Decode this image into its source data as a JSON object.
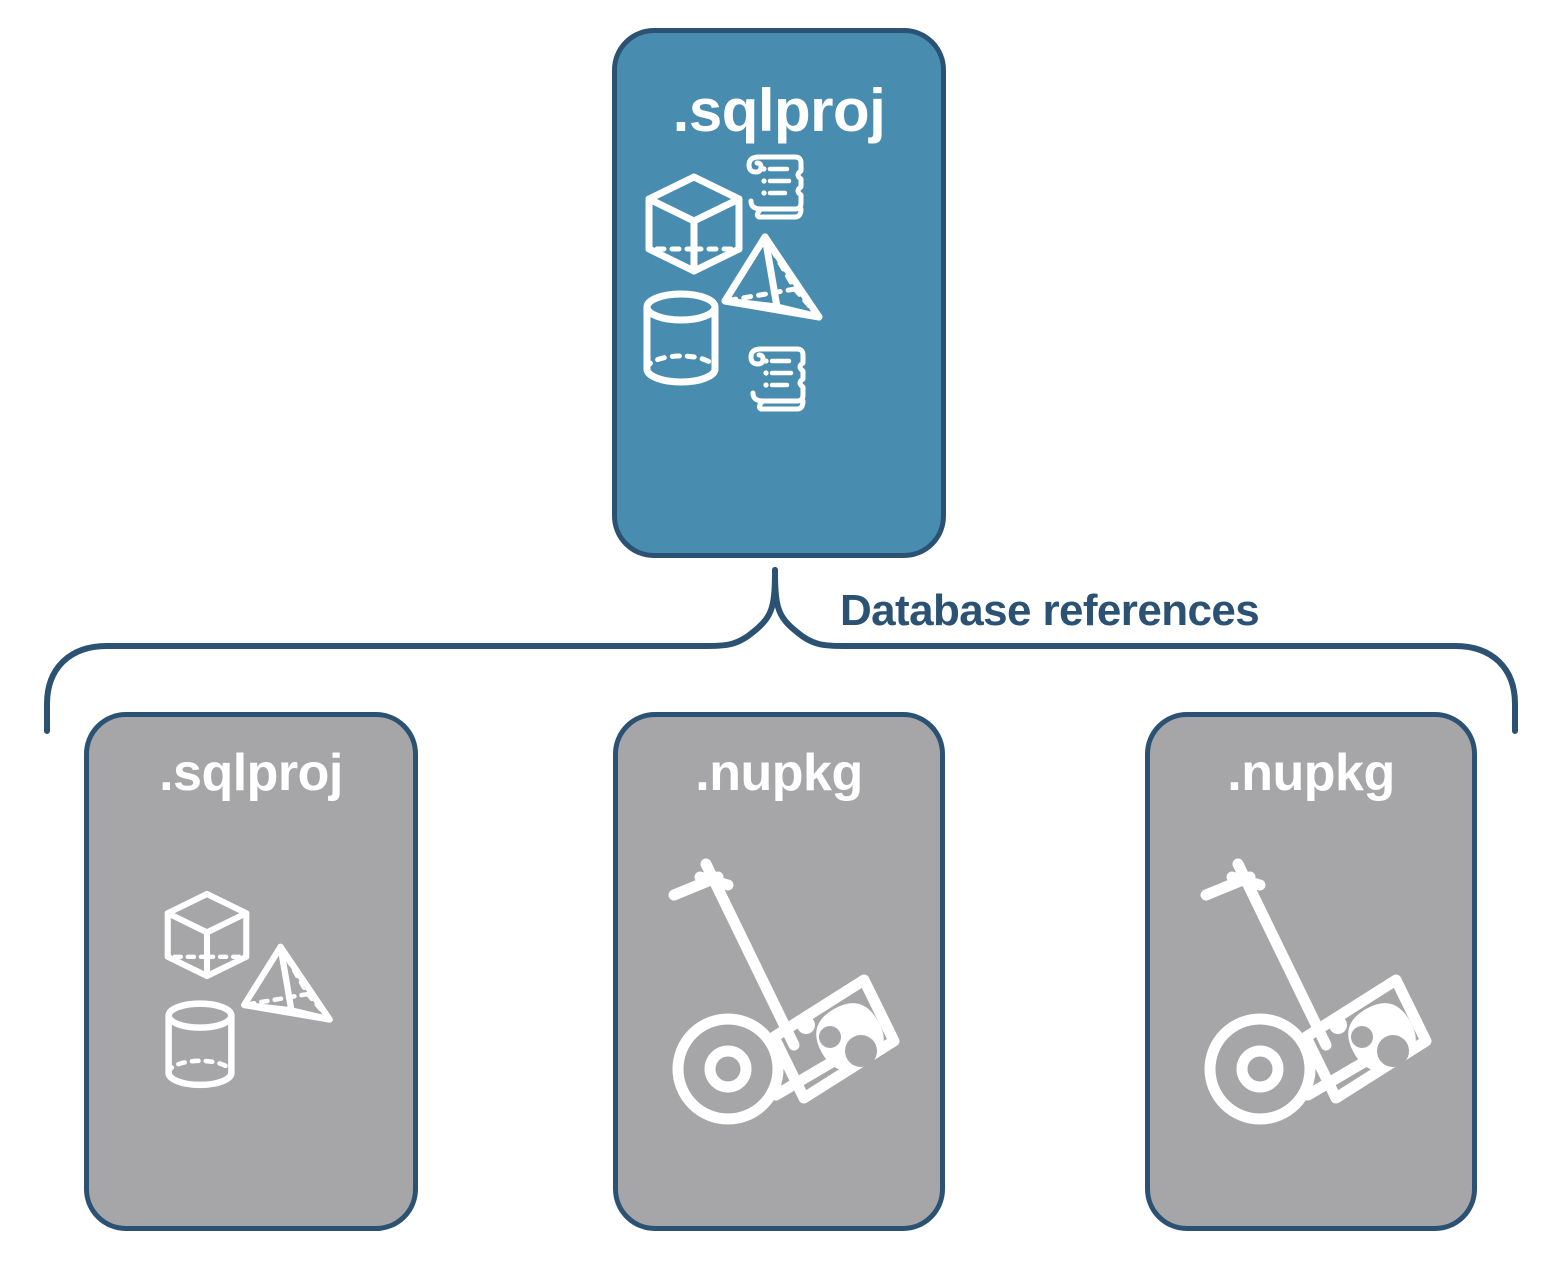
{
  "diagram": {
    "title": "SQL project database references",
    "connector_label": "Database references",
    "colors": {
      "primary_fill": "#488caf",
      "secondary_fill": "#a6a6a8",
      "stroke": "#2b5273",
      "icon": "#ffffff",
      "background": "#ffffff"
    },
    "root": {
      "label": ".sqlproj",
      "fill": "primary",
      "icons": [
        "cube-icon",
        "pyramid-icon",
        "cylinder-icon",
        "script-scroll-icon",
        "script-scroll-icon"
      ]
    },
    "references": [
      {
        "label": ".sqlproj",
        "fill": "secondary",
        "icons": [
          "cube-icon",
          "pyramid-icon",
          "cylinder-icon"
        ]
      },
      {
        "label": ".nupkg",
        "fill": "secondary",
        "icons": [
          "hand-truck-package-icon"
        ]
      },
      {
        "label": ".nupkg",
        "fill": "secondary",
        "icons": [
          "hand-truck-package-icon"
        ]
      }
    ]
  }
}
